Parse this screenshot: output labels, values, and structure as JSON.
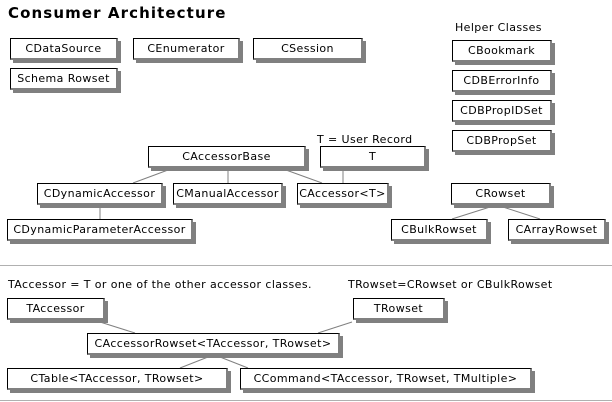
{
  "title": "Consumer Architecture",
  "captions": {
    "helper_classes": "Helper Classes",
    "t_user_record": "T = User Record",
    "taccessor_note": "TAccessor = T or one of the other accessor classes.",
    "trowset_note": "TRowset=CRowset or CBulkRowset"
  },
  "colors": {
    "background": "#ffffff",
    "box_fill": "#ffffff",
    "box_border": "#000000",
    "box_shade": "#808080",
    "text": "#000000",
    "connector": "#808080",
    "rule": "#b0b0b0"
  },
  "boxes": {
    "cdatasource": "CDataSource",
    "cenumerator": "CEnumerator",
    "csession": "CSession",
    "schema_rowset": "Schema Rowset",
    "cbookmark": "CBookmark",
    "cdberrorinfo": "CDBErrorInfo",
    "cdbpropidset": "CDBPropIDSet",
    "cdbpropset": "CDBPropSet",
    "caccessorbase": "CAccessorBase",
    "t": "T",
    "cdynamicaccessor": "CDynamicAccessor",
    "cmanualaccessor": "CManualAccessor",
    "caccessor_t": "CAccessor<T>",
    "cdynamicparameteraccessor": "CDynamicParameterAccessor",
    "crowset": "CRowset",
    "cbulkrowset": "CBulkRowset",
    "carrayrowset": "CArrayRowset",
    "taccessor": "TAccessor",
    "trowset": "TRowset",
    "caccessorrowset": "CAccessorRowset<TAccessor, TRowset>",
    "ctable": "CTable<TAccessor, TRowset>",
    "ccommand": "CCommand<TAccessor, TRowset, TMultiple>"
  },
  "relationships": [
    {
      "from": "caccessorbase",
      "to": "cdynamicaccessor"
    },
    {
      "from": "caccessorbase",
      "to": "cmanualaccessor"
    },
    {
      "from": "caccessorbase",
      "to": "caccessor_t"
    },
    {
      "from": "t",
      "to": "caccessor_t"
    },
    {
      "from": "cdynamicaccessor",
      "to": "cdynamicparameteraccessor"
    },
    {
      "from": "crowset",
      "to": "cbulkrowset"
    },
    {
      "from": "crowset",
      "to": "carrayrowset"
    },
    {
      "from": "taccessor",
      "to": "caccessorrowset"
    },
    {
      "from": "trowset",
      "to": "caccessorrowset"
    },
    {
      "from": "caccessorrowset",
      "to": "ctable"
    },
    {
      "from": "caccessorrowset",
      "to": "ccommand"
    }
  ]
}
